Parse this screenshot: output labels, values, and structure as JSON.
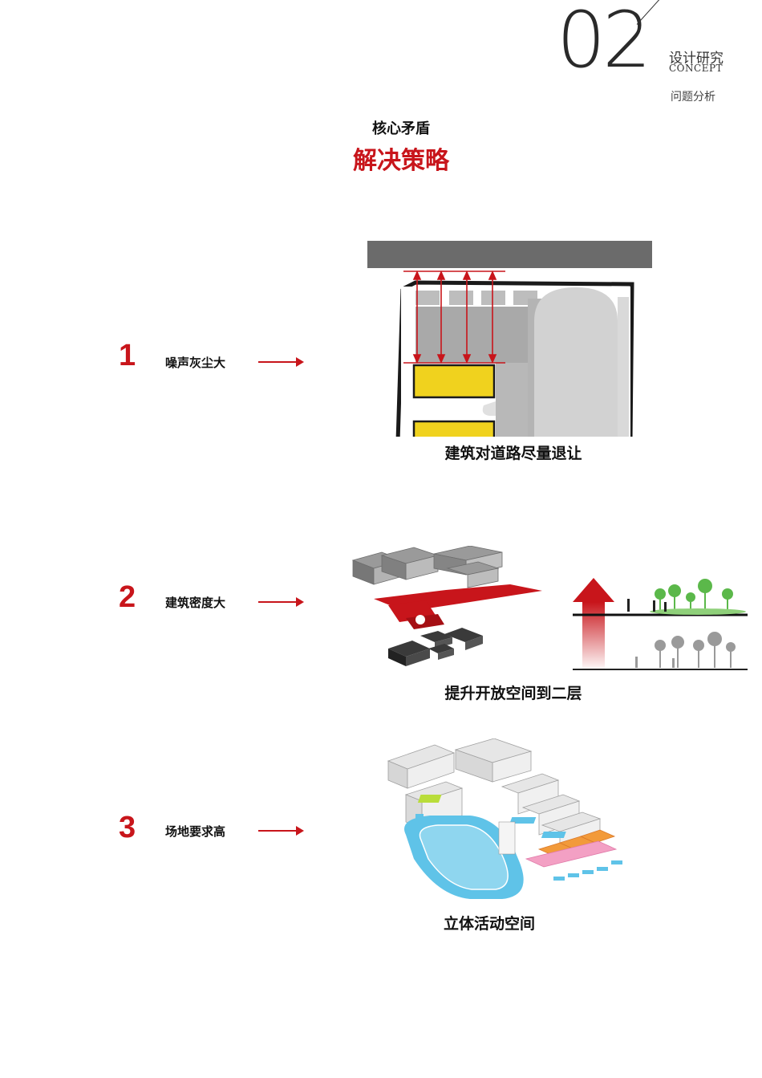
{
  "header": {
    "section_number": "02",
    "section_title_cn": "设计研究",
    "section_title_en": "CONCEPT",
    "subsection": "问题分析"
  },
  "page_title": {
    "line1": "核心矛盾",
    "line2": "解决策略"
  },
  "rows": [
    {
      "number": "1",
      "problem": "噪声灰尘大",
      "caption": "建筑对道路尽量退让"
    },
    {
      "number": "2",
      "problem": "建筑密度大",
      "caption": "提升开放空间到二层"
    },
    {
      "number": "3",
      "problem": "场地要求高",
      "caption": "立体活动空间"
    }
  ],
  "colors": {
    "accent_red": "#c8151b",
    "building_yellow": "#f0d21e",
    "field_blue": "#5fc3e8",
    "court_orange": "#f29a3a",
    "tree_green": "#5bb84a"
  }
}
